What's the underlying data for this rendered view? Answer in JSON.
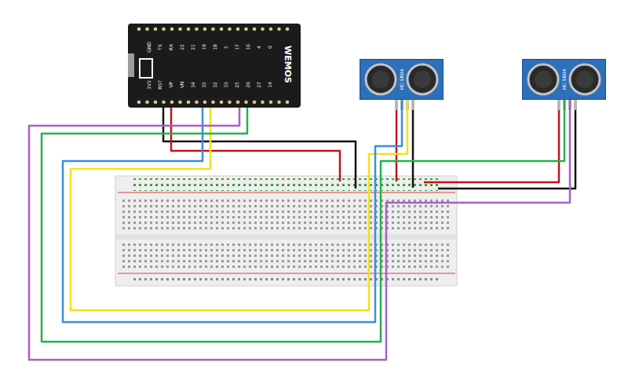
{
  "diagram": {
    "nodes": [
      {
        "text": [
          "WEMOS"
        ]
      },
      {
        "text": [
          "HC-SR04"
        ]
      },
      {
        "text": [
          "HC-SR04"
        ]
      }
    ],
    "edges": [
      {
        "from": 0,
        "to": 1,
        "arrow": "none"
      },
      {
        "from": 0,
        "to": 1,
        "arrow": "none"
      },
      {
        "from": 0,
        "to": 2,
        "arrow": "none"
      },
      {
        "from": 0,
        "to": 2,
        "arrow": "none"
      }
    ],
    "labels": [
      "GND",
      "TX",
      "RX",
      "22",
      "21",
      "19",
      "18",
      "5",
      "17",
      "16",
      "4",
      "0",
      "3V3",
      "RST",
      "VP",
      "VN",
      "34",
      "35",
      "32",
      "33",
      "25",
      "26",
      "27",
      "14"
    ]
  }
}
